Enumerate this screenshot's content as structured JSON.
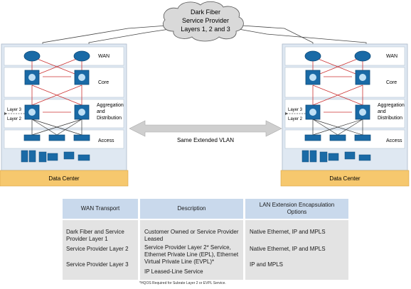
{
  "cloud": {
    "line1": "Dark Fiber",
    "line2": "Service Provider",
    "line3": "Layers 1, 2 and 3"
  },
  "sites": [
    {
      "name": "Data Center",
      "tiers": [
        "WAN",
        "Core",
        "Aggregation and Distribution",
        "Access"
      ],
      "layer3": "Layer 3",
      "layer2": "Layer 2"
    },
    {
      "name": "Data Center",
      "tiers": [
        "WAN",
        "Core",
        "Aggregation and Distribution",
        "Access"
      ],
      "layer3": "Layer 3",
      "layer2": "Layer 2"
    }
  ],
  "vlan_label": "Same Extended VLAN",
  "table": {
    "headers": [
      "WAN Transport",
      "Description",
      "LAN Extension Encapsulation Options"
    ],
    "rows": [
      [
        "Dark Fiber and Service Provider Layer 1",
        "Customer Owned or Service Provider Leased",
        "Native Ethernet, IP and MPLS"
      ],
      [
        "Service Provider Layer 2",
        "Service Provider Layer 2* Service, Ethernet Private Line (EPL), Ethernet Virtual Private Line (EVPL)*",
        "Native Ethernet, IP and MPLS"
      ],
      [
        "Service Provider Layer 3",
        "IP Leased-Line Service",
        "IP and MPLS"
      ]
    ],
    "footnote": "*HQOS Required for Subrate Layer 2 or EVPL Service."
  },
  "colors": {
    "device": "#1a6aa6",
    "link": "#cc3333",
    "panel": "#dfe8f2",
    "tier": "#ffffff",
    "dc_band": "#f6c86e",
    "table_header": "#c9d9ec",
    "table_body": "#e3e3e3"
  }
}
